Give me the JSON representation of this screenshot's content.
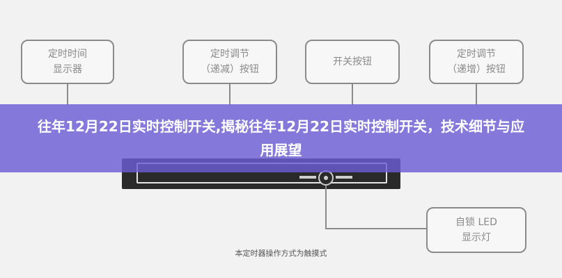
{
  "diagram": {
    "labels": {
      "timer_display": [
        "定时时间",
        "显示器"
      ],
      "timer_minus_button": [
        "定时调节",
        "（递减）按钮"
      ],
      "switch_button": [
        "开关按钮"
      ],
      "timer_plus_button": [
        "定时调节",
        "（递增）按钮"
      ],
      "led_indicator": [
        "自锁 LED",
        "显示灯"
      ]
    },
    "caption": "本定时器操作方式为触摸式"
  },
  "banner": {
    "title": "往年12月22日实时控制开关,揭秘往年12月22日实时控制开关，技术细节与应用展望"
  },
  "colors": {
    "banner_bg": "#6b5dd6",
    "box_border": "#8a8a8a",
    "panel": "#2a2a2a"
  }
}
